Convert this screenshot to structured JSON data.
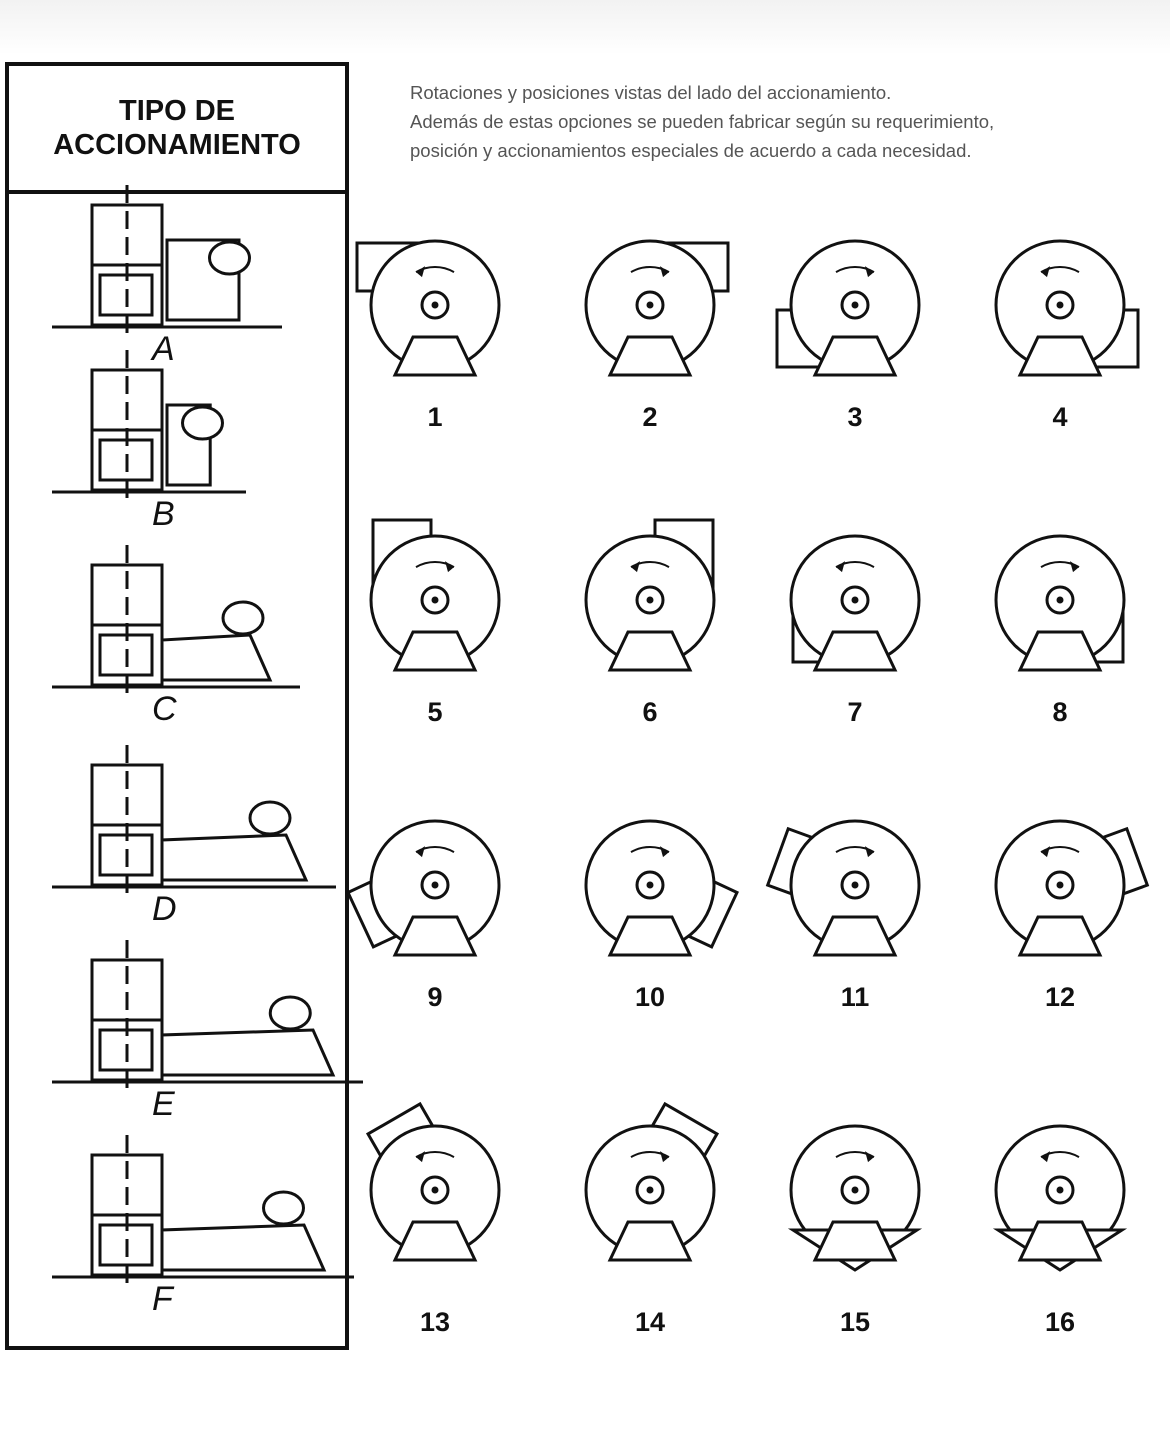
{
  "header": {
    "title_line1": "TIPO DE",
    "title_line2": "ACCIONAMIENTO"
  },
  "intro": {
    "line1": "Rotaciones y posiciones vistas del lado del accionamiento.",
    "line2": "Además de estas opciones se pueden fabricar según su requerimiento,",
    "line3": "posición y accionamientos especiales de acuerdo a cada necesidad."
  },
  "drives": [
    {
      "label": "A"
    },
    {
      "label": "B"
    },
    {
      "label": "C"
    },
    {
      "label": "D"
    },
    {
      "label": "E"
    },
    {
      "label": "F"
    }
  ],
  "positions": [
    {
      "label": "1",
      "rotation": "ccw"
    },
    {
      "label": "2",
      "rotation": "cw"
    },
    {
      "label": "3",
      "rotation": "cw"
    },
    {
      "label": "4",
      "rotation": "ccw"
    },
    {
      "label": "5",
      "rotation": "cw"
    },
    {
      "label": "6",
      "rotation": "ccw"
    },
    {
      "label": "7",
      "rotation": "ccw"
    },
    {
      "label": "8",
      "rotation": "cw"
    },
    {
      "label": "9",
      "rotation": "ccw"
    },
    {
      "label": "10",
      "rotation": "cw"
    },
    {
      "label": "11",
      "rotation": "cw"
    },
    {
      "label": "12",
      "rotation": "ccw"
    },
    {
      "label": "13",
      "rotation": "ccw"
    },
    {
      "label": "14",
      "rotation": "cw"
    },
    {
      "label": "15",
      "rotation": "cw"
    },
    {
      "label": "16",
      "rotation": "ccw"
    }
  ]
}
